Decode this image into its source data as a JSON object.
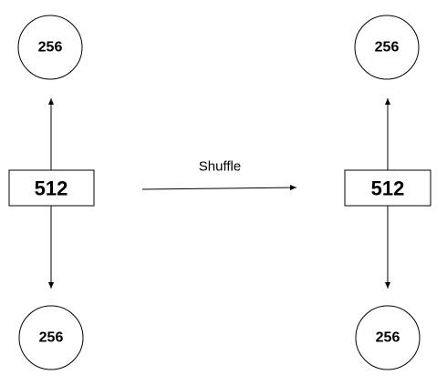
{
  "left_group": {
    "top_node": "256",
    "center_node": "512",
    "bottom_node": "256"
  },
  "right_group": {
    "top_node": "256",
    "center_node": "512",
    "bottom_node": "256"
  },
  "transition": {
    "label": "Shuffle"
  }
}
